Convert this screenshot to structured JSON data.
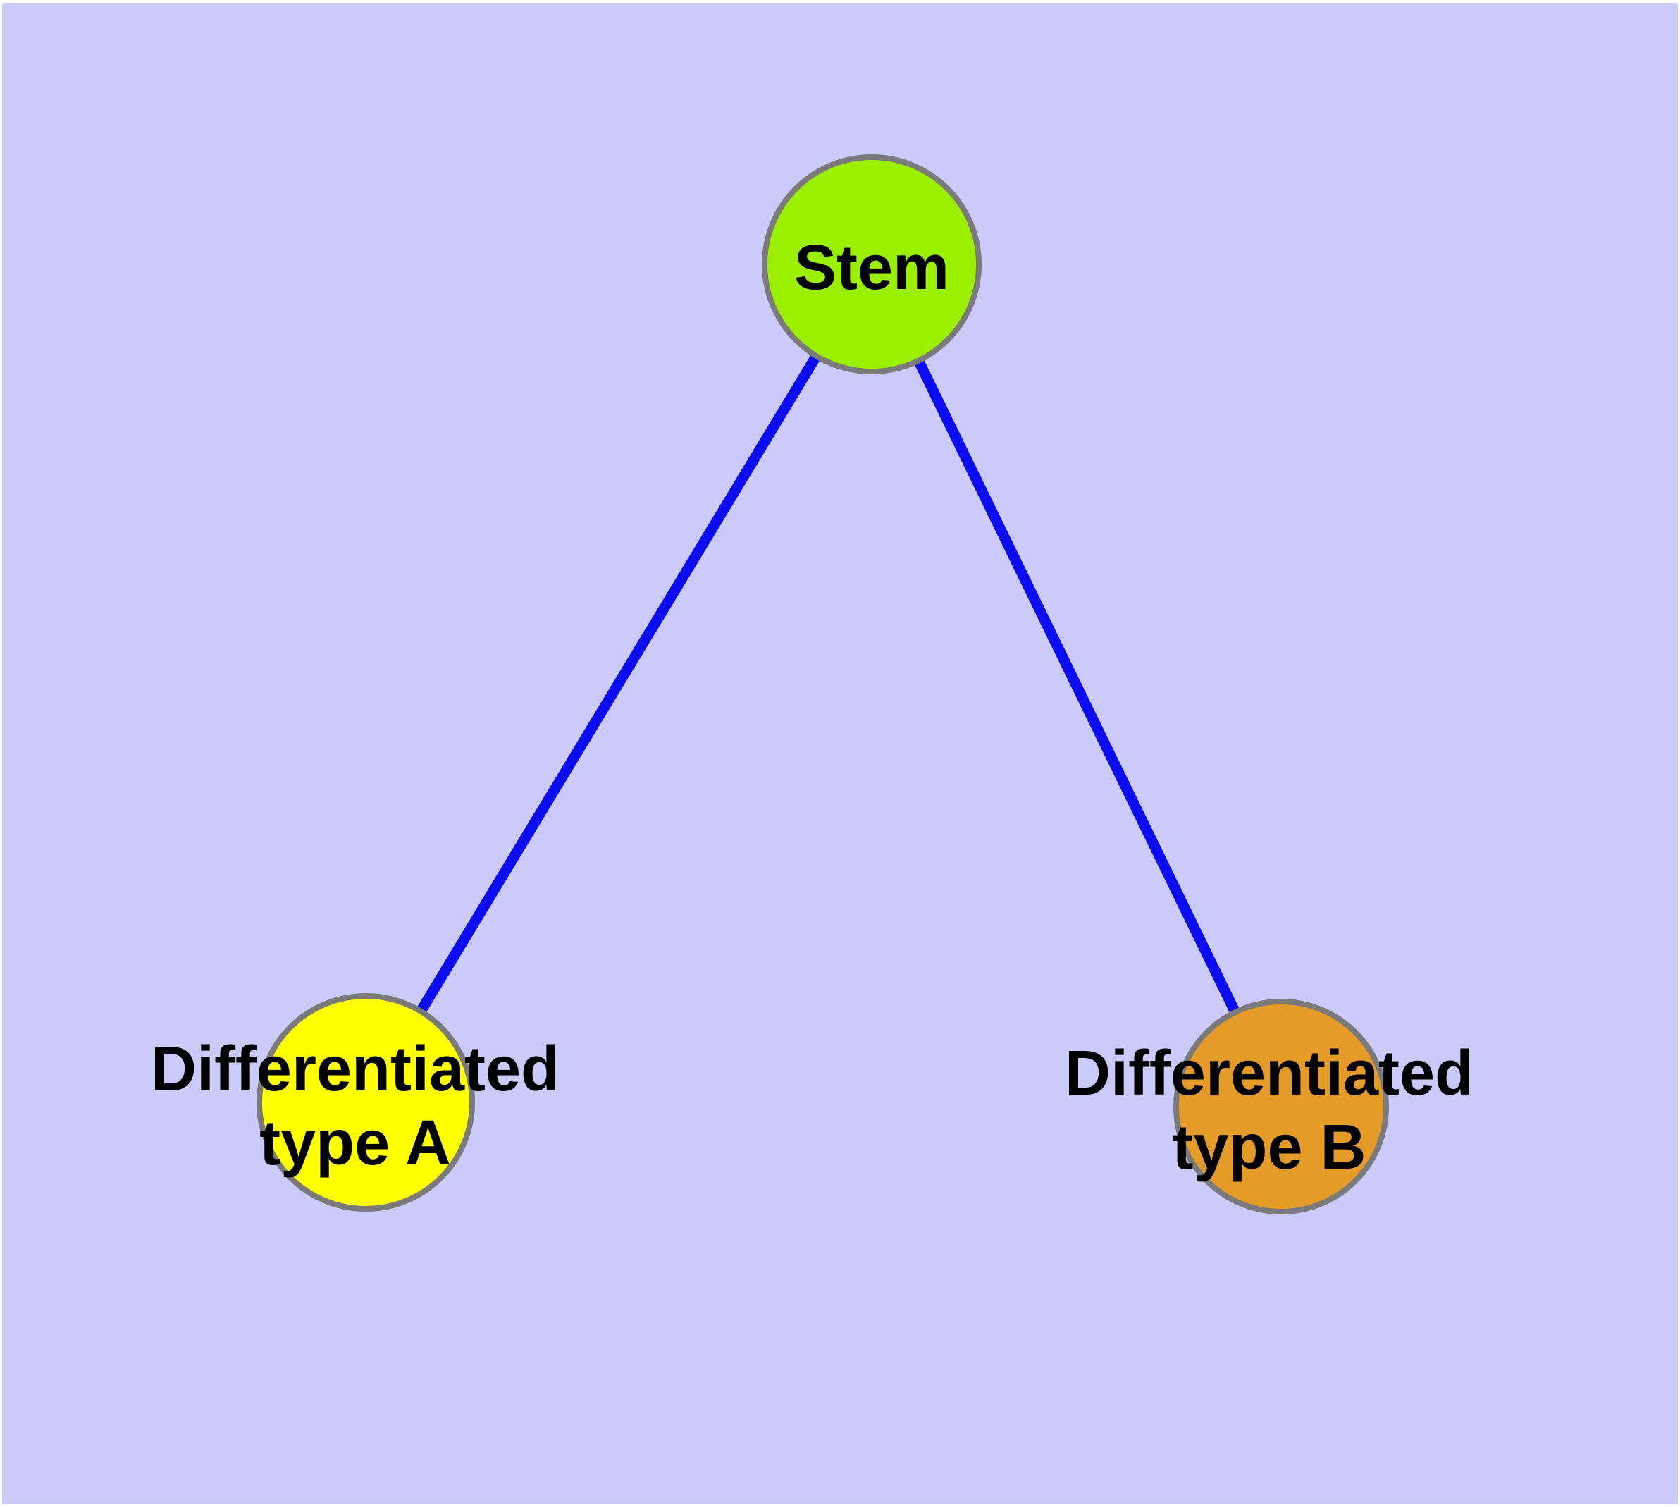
{
  "diagram": {
    "type": "node-link-graph",
    "background_color": "#cacafb",
    "page_frame_color": "#ffffff",
    "edge_color": "#0c0cf0",
    "node_border_color": "#7a7a7a",
    "label_color": "#000000",
    "nodes": {
      "stem": {
        "label": "Stem",
        "fill": "#9af000"
      },
      "type_a": {
        "label_line1": "Differentiated",
        "label_line2": "type A",
        "fill": "#ffff00"
      },
      "type_b": {
        "label_line1": "Differentiated",
        "label_line2": "type B",
        "fill": "#e49b27"
      }
    },
    "edges": [
      {
        "from": "Stem",
        "to": "Differentiated type A"
      },
      {
        "from": "Stem",
        "to": "Differentiated type B"
      }
    ]
  }
}
